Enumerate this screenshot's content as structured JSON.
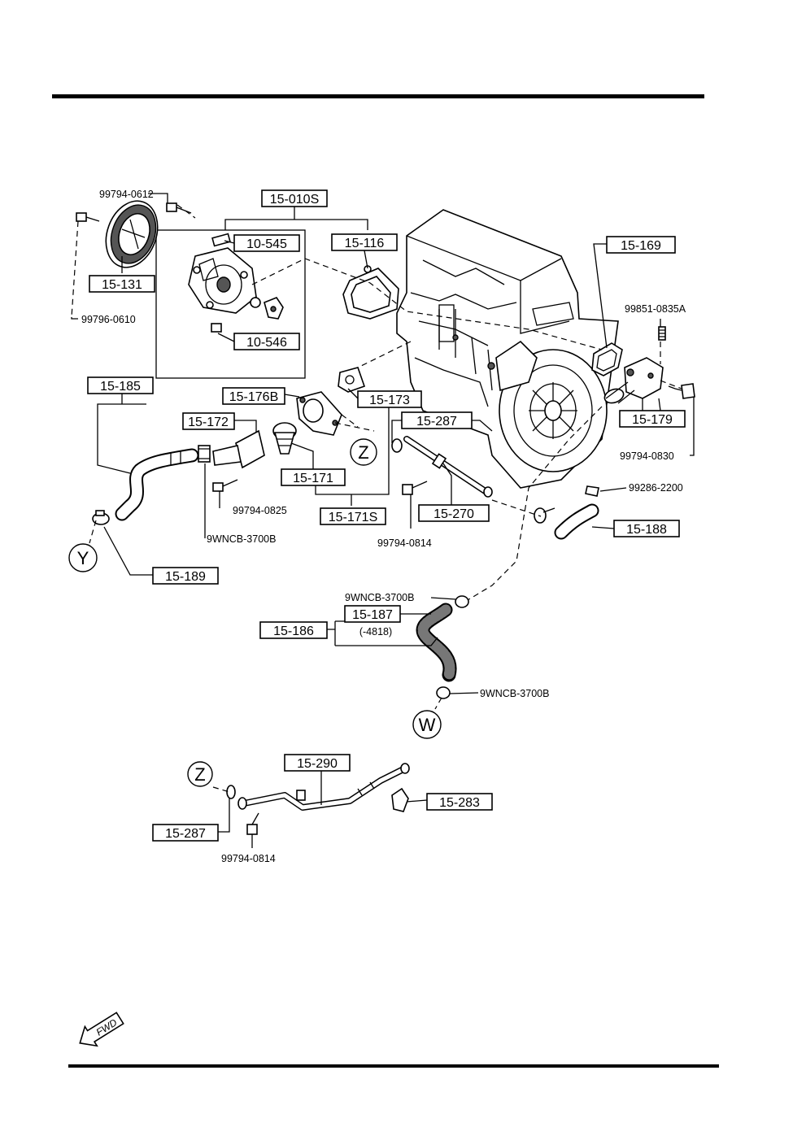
{
  "parts": {
    "p99794_0612": "99794-0612",
    "p15_010S": "15-010S",
    "p10_545": "10-545",
    "p15_116": "15-116",
    "p15_169": "15-169",
    "p15_131": "15-131",
    "p99796_0610": "99796-0610",
    "p10_546": "10-546",
    "p99851_0835A": "99851-0835A",
    "p15_185": "15-185",
    "p15_176B": "15-176B",
    "p15_173": "15-173",
    "p15_179": "15-179",
    "p15_172": "15-172",
    "p15_287a": "15-287",
    "p99794_0830": "99794-0830",
    "p15_171": "15-171",
    "p99286_2200": "99286-2200",
    "p99794_0825": "99794-0825",
    "p15_171S": "15-171S",
    "p15_270": "15-270",
    "p15_188": "15-188",
    "p9WNCB_a": "9WNCB-3700B",
    "p99794_0814a": "99794-0814",
    "p15_189": "15-189",
    "p9WNCB_b": "9WNCB-3700B",
    "p15_187": "15-187",
    "p15_186": "15-186",
    "p4818": "(-4818)",
    "p9WNCB_c": "9WNCB-3700B",
    "p15_290": "15-290",
    "p15_283": "15-283",
    "p15_287b": "15-287",
    "p99794_0814b": "99794-0814"
  },
  "callouts": {
    "y": "Y",
    "z1": "Z",
    "w": "W",
    "z2": "Z"
  },
  "fwd_label": "FWD"
}
